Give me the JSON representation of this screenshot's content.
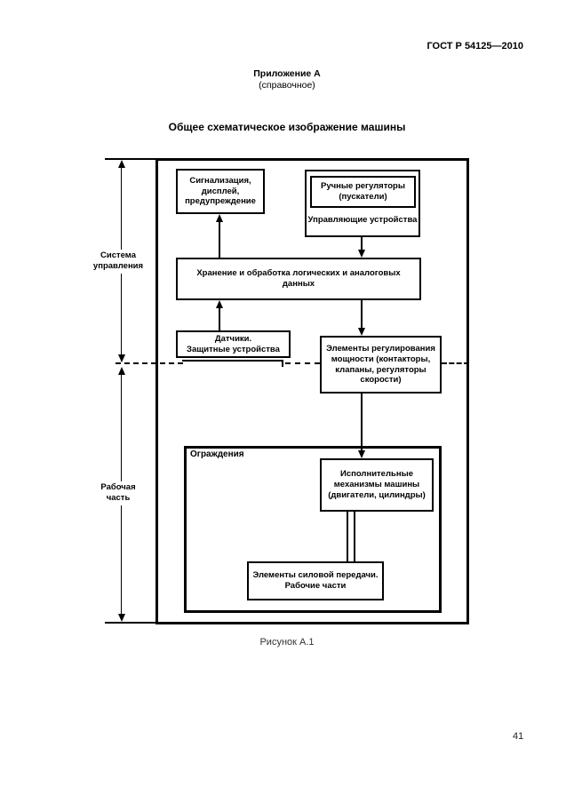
{
  "page": {
    "header": "ГОСТ Р 54125—2010",
    "page_number": "41"
  },
  "appendix": {
    "title": "Приложение А",
    "subtitle": "(справочное)"
  },
  "figure": {
    "title": "Общее схематическое изображение машины",
    "caption": "Рисунок А.1"
  },
  "diagram": {
    "side_labels": {
      "control_system": "Система\nуправления",
      "working_part": "Рабочая\nчасть"
    },
    "boxes": {
      "signaling": "Сигнализация,\nдисплей,\nпредупреждение",
      "manual_controls": "Ручные регуляторы\n(пускатели)",
      "control_devices_label": "Управляющие устройства",
      "data_processing": "Хранение и обработка логических и аналоговых\nданных",
      "sensors": "Датчики.\nЗащитные устройства",
      "power_regulation": "Элементы регулирования\nмощности (контакторы,\nклапаны, регуляторы\nскорости)",
      "guards_label": "Ограждения",
      "actuators": "Исполнительные\nмеханизмы машины\n(двигатели, цилиндры)",
      "transmission": "Элементы силовой передачи.\nРабочие части"
    },
    "line_colors": {
      "stroke": "#000000",
      "background": "#ffffff"
    }
  }
}
